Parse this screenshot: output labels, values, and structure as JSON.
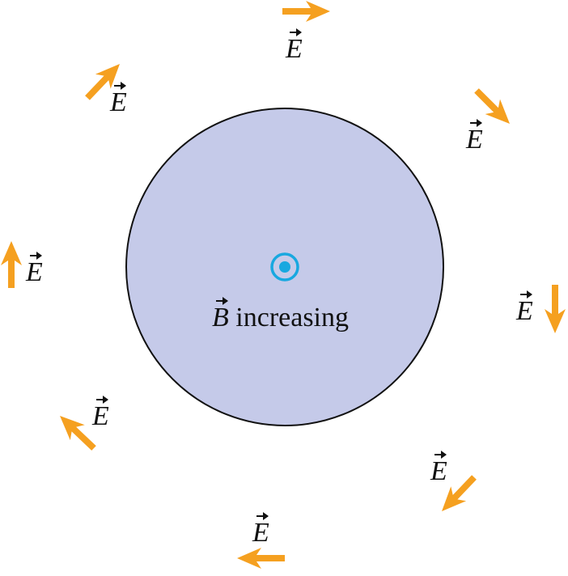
{
  "diagram": {
    "field_vector_symbol": "E",
    "magnetic_vector_symbol": "B",
    "magnetic_status": "increasing",
    "region_fill": "#c5cae9",
    "region_stroke": "#111111",
    "arrow_color": "#f5a020",
    "dot_symbol_color": "#18a8e0",
    "dot_symbol_meaning": "out-of-page-symbol"
  }
}
